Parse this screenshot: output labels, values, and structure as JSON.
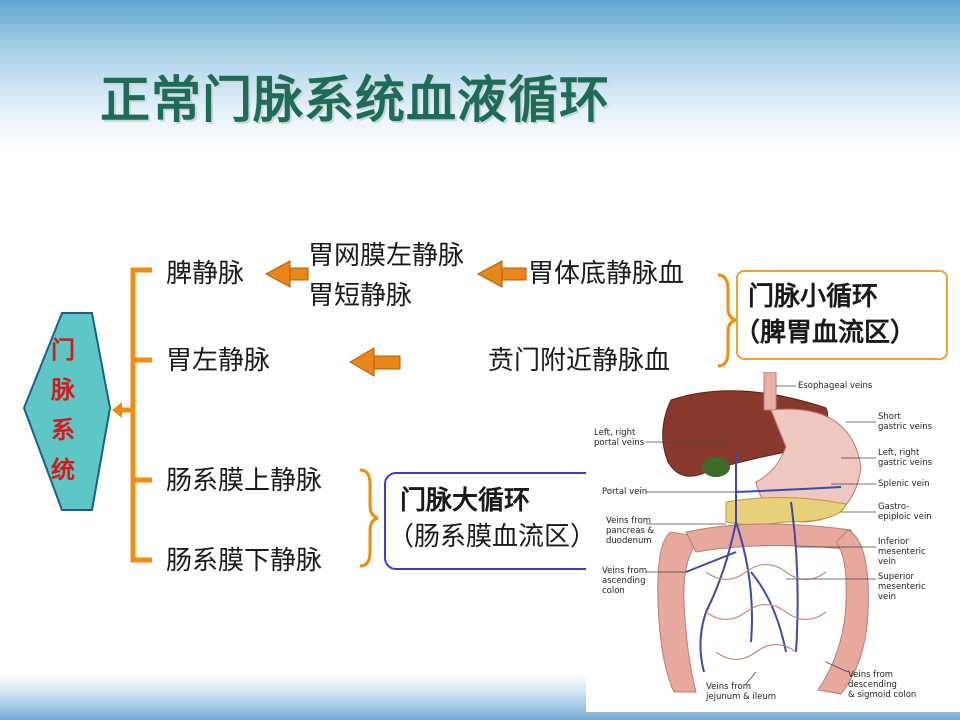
{
  "title": "正常门脉系统血液循环",
  "hub": {
    "label_lines": [
      "门",
      "脉",
      "系",
      "统"
    ]
  },
  "branches": {
    "spleen_vein": "脾静脉",
    "left_gastric_vein": "胃左静脉",
    "sup_mesenteric": "肠系膜上静脉",
    "inf_mesenteric": "肠系膜下静脉"
  },
  "tributaries": {
    "omental_line1": "胃网膜左静脉",
    "omental_line2": "胃短静脉",
    "fundus": "胃体底静脉血",
    "cardia": "贲门附近静脉血"
  },
  "small_circulation": {
    "line1": "门脉小循环",
    "line2": "（脾胃血流区）",
    "border_color": "#e8a33a"
  },
  "large_circulation": {
    "line1": "门脉大循环",
    "line2": "（肠系膜血流区）",
    "border_color": "#3a3ad6"
  },
  "colors": {
    "bracket": "#f28c0f",
    "title": "#1f6b5a",
    "hub_text": "#d41b1b",
    "hub_fill": "#5fc6c6"
  },
  "anatomy_labels": {
    "esophageal": "Esophageal veins",
    "short_gastric": [
      "Short",
      "gastric veins"
    ],
    "lr_gastric": [
      "Left, right",
      "gastric veins"
    ],
    "splenic": "Splenic vein",
    "gastro_epiploic": [
      "Gastro-",
      "epiploic vein"
    ],
    "inferior_mesenteric": [
      "Inferior",
      "mesenteric",
      "vein"
    ],
    "superior_mesenteric": [
      "Superior",
      "mesenteric",
      "vein"
    ],
    "descending": [
      "Veins from",
      "descending",
      "& sigmoid colon"
    ],
    "jejunum": [
      "Veins from",
      "jejunum & ileum"
    ],
    "lr_portal": [
      "Left, right",
      "portal veins"
    ],
    "portal": "Portal vein",
    "pancreas": [
      "Veins from",
      "pancreas &",
      "duodenum"
    ],
    "ascending": [
      "Veins from",
      "ascending",
      "colon"
    ]
  }
}
